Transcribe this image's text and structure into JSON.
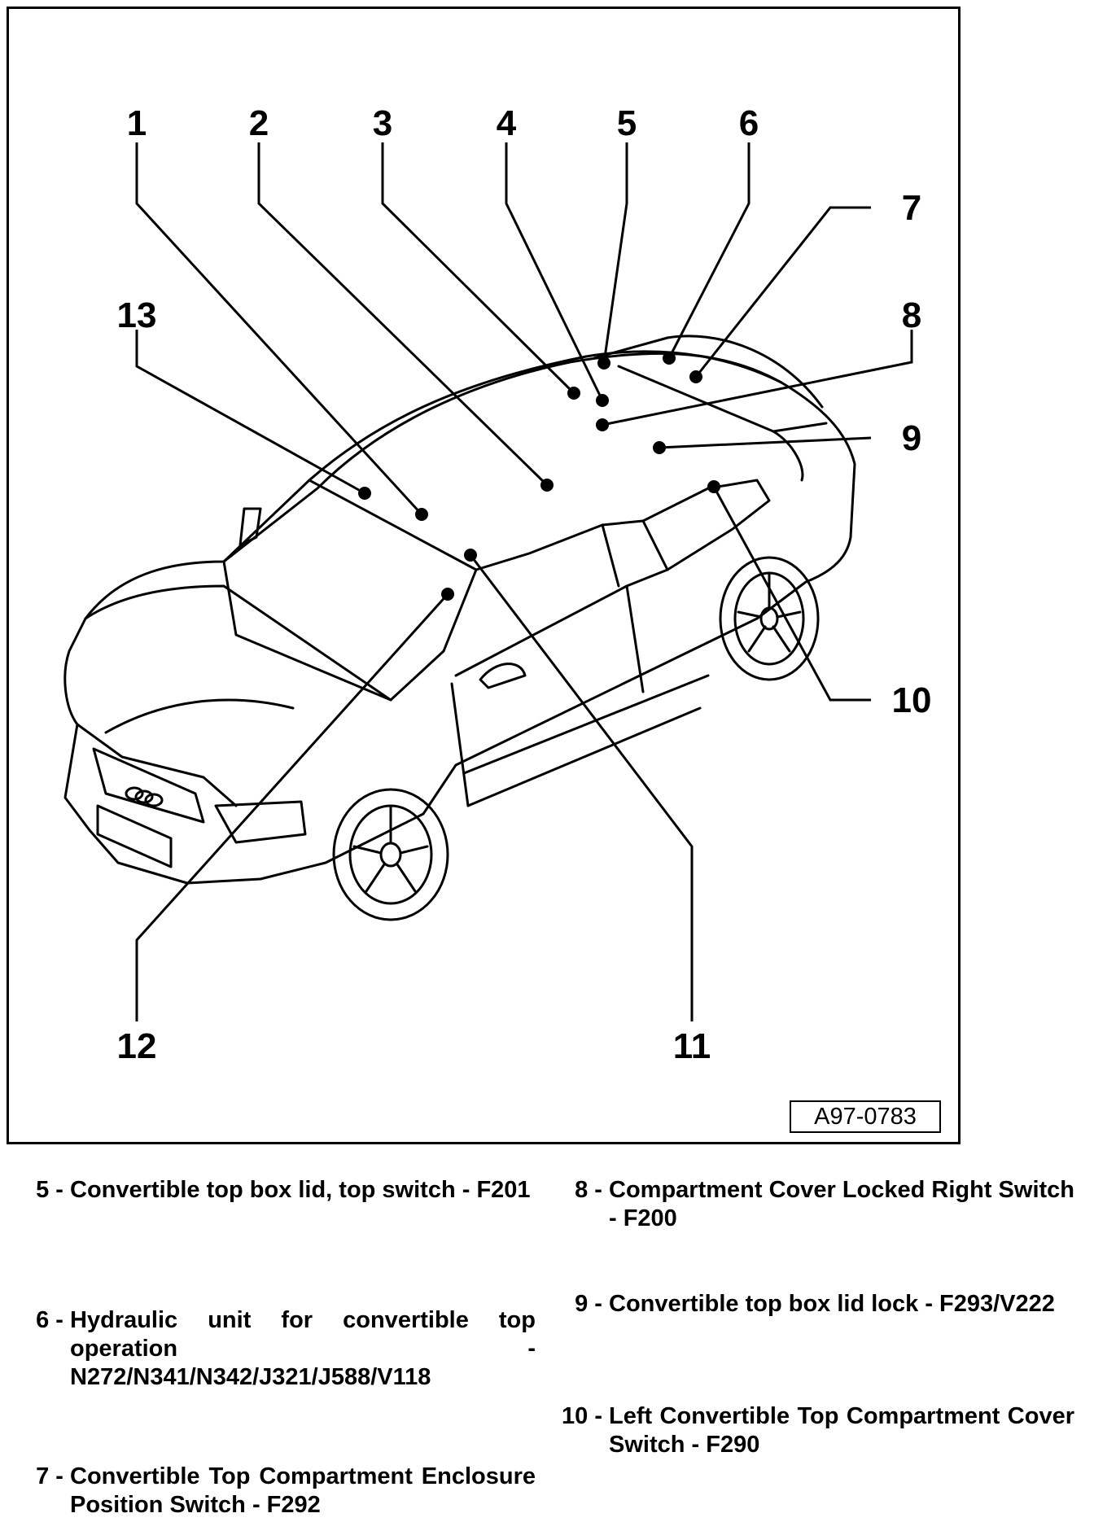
{
  "figure": {
    "id_label": "A97-0783",
    "callouts": [
      "1",
      "2",
      "3",
      "4",
      "5",
      "6",
      "7",
      "8",
      "9",
      "10",
      "11",
      "12",
      "13"
    ]
  },
  "legend": [
    {
      "number": "5 - ",
      "text": "Convertible top box lid, top switch - F201"
    },
    {
      "number": "6 - ",
      "text": "Hydraulic unit for convertible top operation - N272/N341/N342/J321/J588/V118"
    },
    {
      "number": "7 - ",
      "text": "Convertible Top Compartment Enclosure Position Switch - F292"
    },
    {
      "number": "8 - ",
      "text": "Compartment Cover Locked Right Switch - F200"
    },
    {
      "number": "9 - ",
      "text": "Convertible top box lid lock - F293/V222"
    },
    {
      "number": "10 - ",
      "text": "Left Convertible Top Compartment Cover Switch - F290"
    }
  ]
}
